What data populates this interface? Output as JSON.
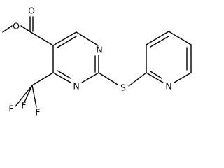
{
  "molecule": {
    "atoms": {
      "ester_carbonyl_o": "O",
      "ester_ether_o": "O",
      "pyrimidine_n1": "N",
      "pyrimidine_n3": "N",
      "sulfur": "S",
      "pyridine_n": "N",
      "fluorine_top": "F",
      "fluorine_left": "F",
      "fluorine_bottom": "F"
    }
  }
}
